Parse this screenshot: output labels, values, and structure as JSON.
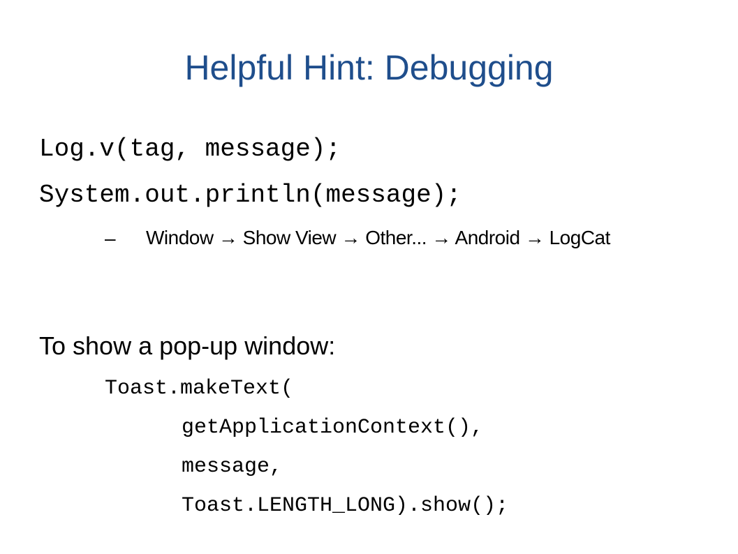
{
  "slide": {
    "title": "Helpful Hint: Debugging",
    "title_color": "#1f4e8c",
    "text_color": "#000000",
    "code_lines": [
      "Log.v(tag, message);",
      "System.out.println(message);"
    ],
    "sub_bullet": {
      "marker": "–",
      "text": "Window → Show View → Other... → Android → LogCat"
    },
    "popup_heading": "To show a pop-up window:",
    "toast_code": [
      "Toast.makeText(",
      "getApplicationContext(),",
      "message,",
      "Toast.LENGTH_LONG).show();"
    ]
  }
}
